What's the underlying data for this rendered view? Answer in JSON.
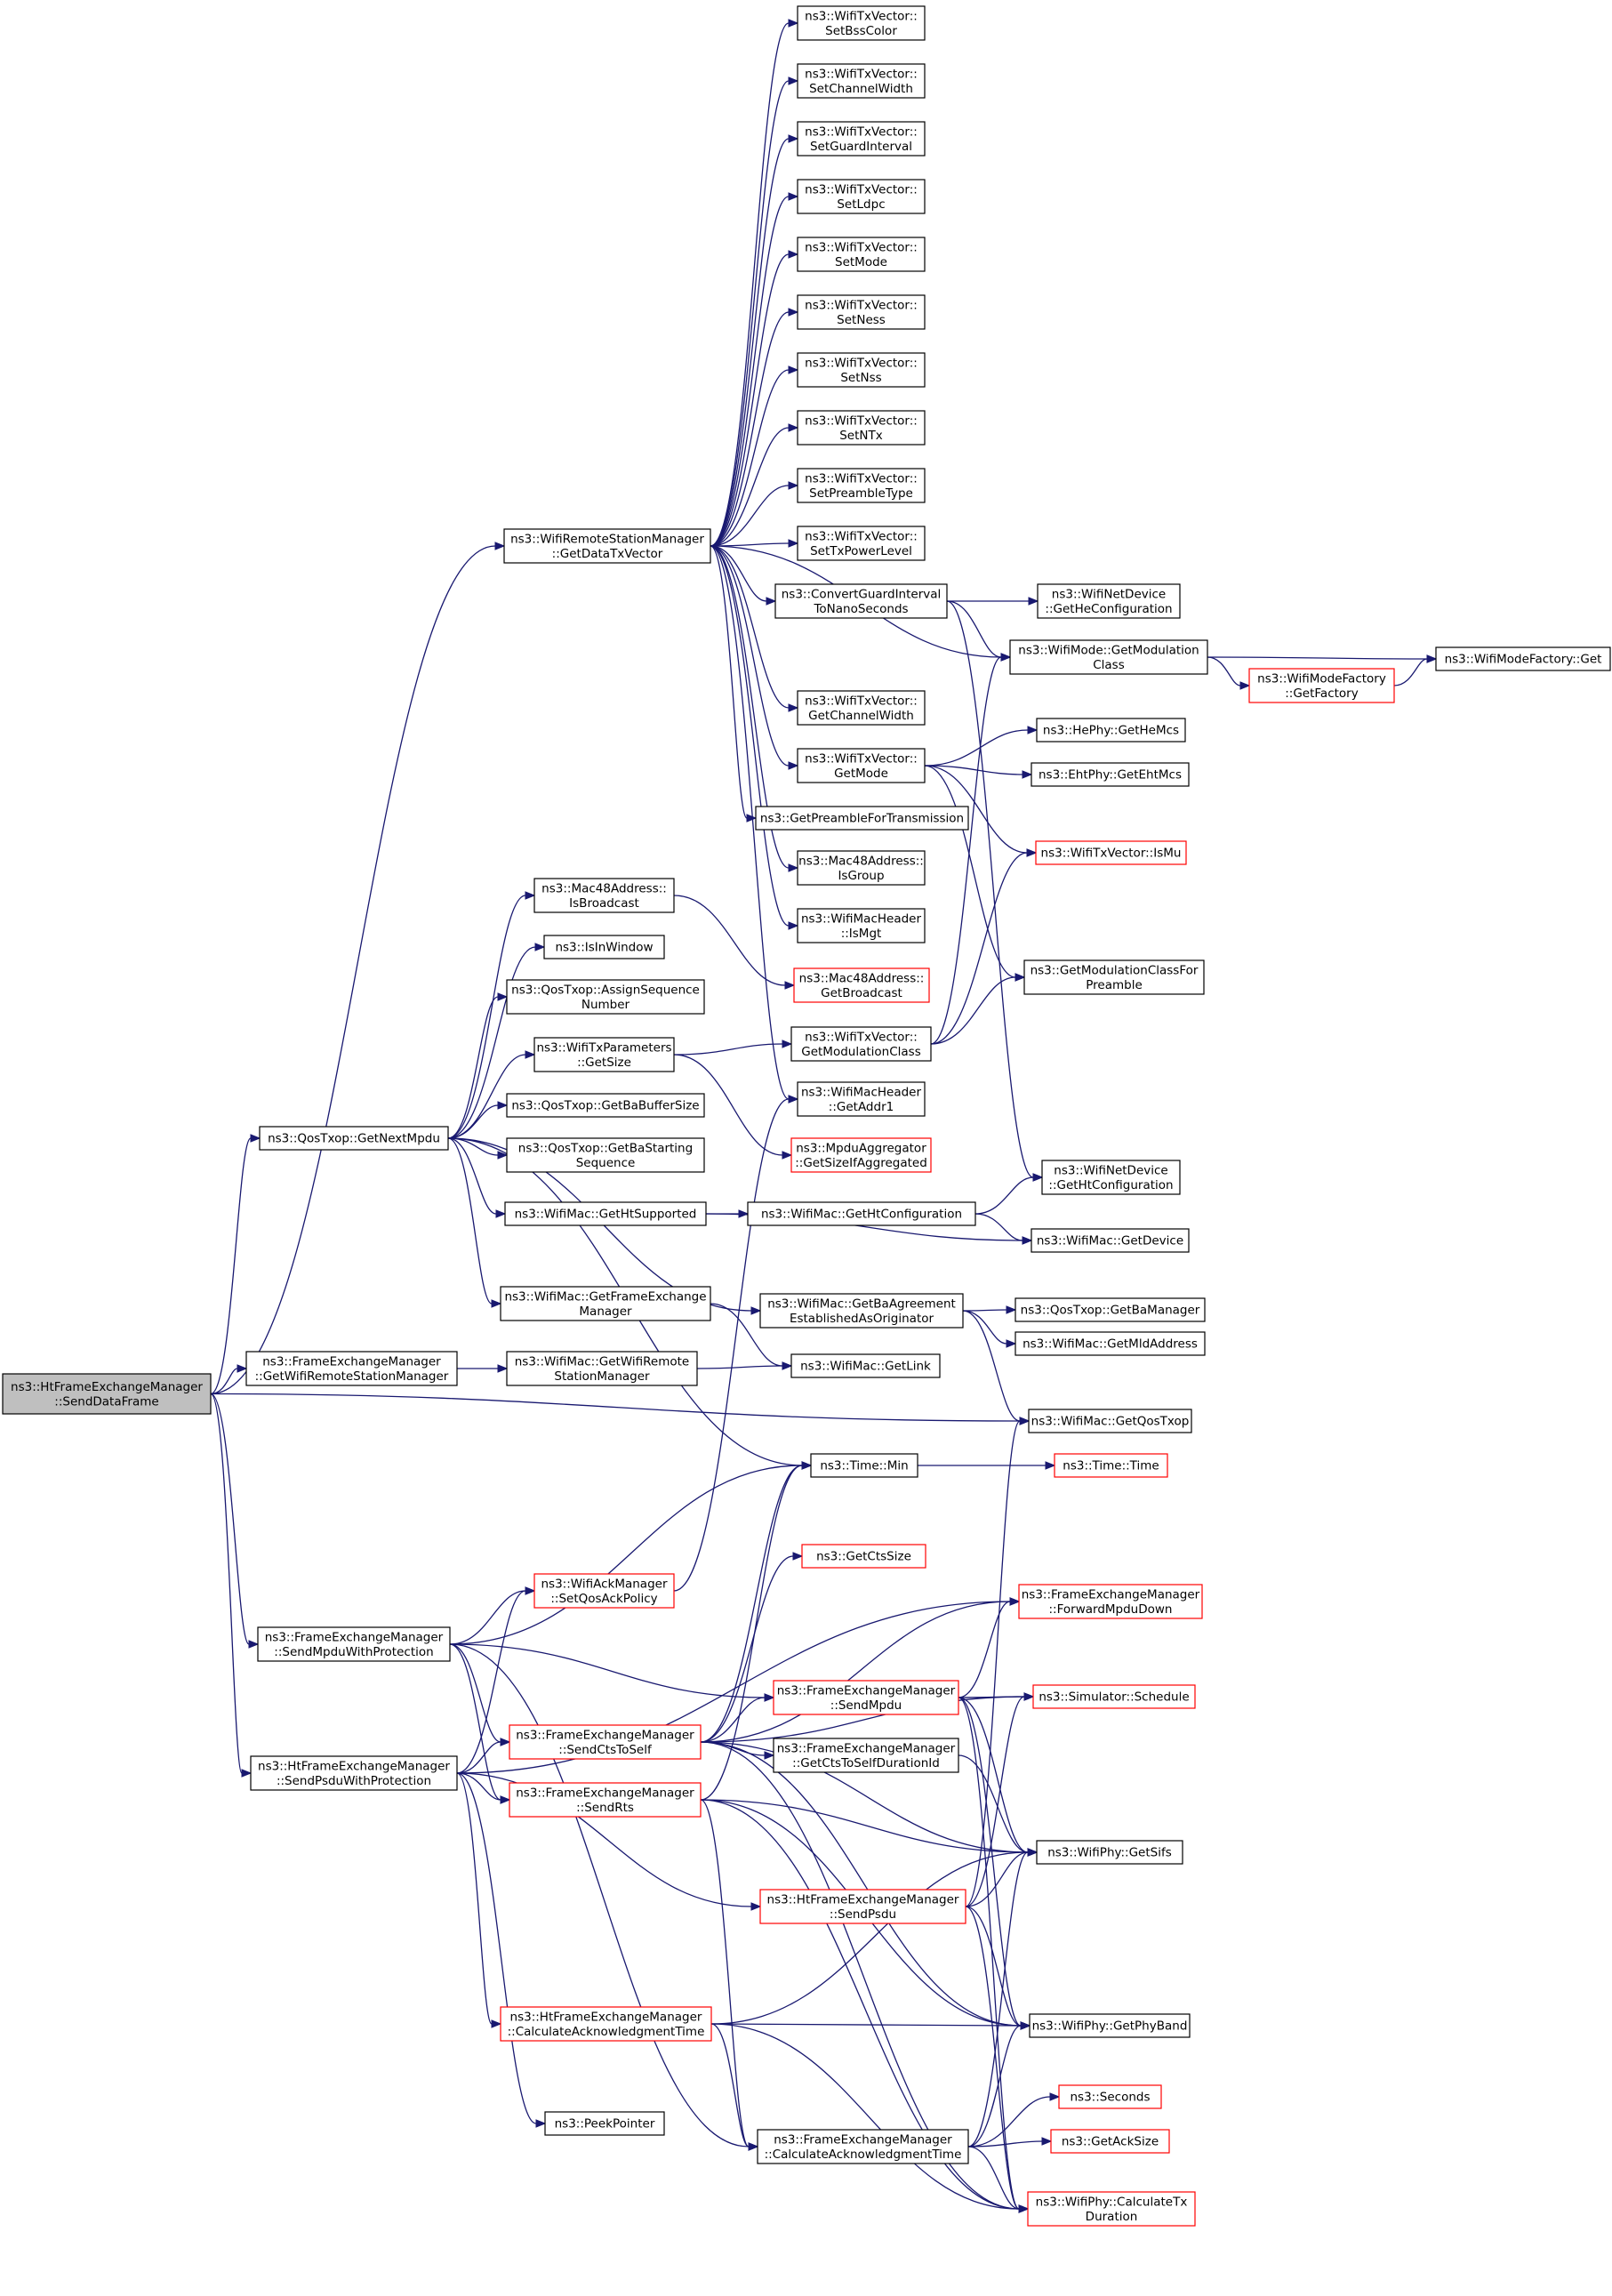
{
  "colors": {
    "edge": "#191970",
    "node_border": "#000000",
    "node_border_missing": "#ff0000",
    "root_fill": "#bfbfbf",
    "node_fill": "#ffffff"
  },
  "nodes": {
    "root": {
      "lines": [
        "ns3::HtFrameExchangeManager",
        "::SendDataFrame"
      ],
      "style": "root"
    },
    "getDataTxVector": {
      "lines": [
        "ns3::WifiRemoteStationManager",
        "::GetDataTxVector"
      ],
      "style": "normal"
    },
    "setBssColor": {
      "lines": [
        "ns3::WifiTxVector::",
        "SetBssColor"
      ],
      "style": "normal"
    },
    "setChannelWidth": {
      "lines": [
        "ns3::WifiTxVector::",
        "SetChannelWidth"
      ],
      "style": "normal"
    },
    "setGuardInterval": {
      "lines": [
        "ns3::WifiTxVector::",
        "SetGuardInterval"
      ],
      "style": "normal"
    },
    "setLdpc": {
      "lines": [
        "ns3::WifiTxVector::",
        "SetLdpc"
      ],
      "style": "normal"
    },
    "setMode": {
      "lines": [
        "ns3::WifiTxVector::",
        "SetMode"
      ],
      "style": "normal"
    },
    "setNess": {
      "lines": [
        "ns3::WifiTxVector::",
        "SetNess"
      ],
      "style": "normal"
    },
    "setNss": {
      "lines": [
        "ns3::WifiTxVector::",
        "SetNss"
      ],
      "style": "normal"
    },
    "setNTx": {
      "lines": [
        "ns3::WifiTxVector::",
        "SetNTx"
      ],
      "style": "normal"
    },
    "setPreambleType": {
      "lines": [
        "ns3::WifiTxVector::",
        "SetPreambleType"
      ],
      "style": "normal"
    },
    "setTxPowerLevel": {
      "lines": [
        "ns3::WifiTxVector::",
        "SetTxPowerLevel"
      ],
      "style": "normal"
    },
    "convertGI": {
      "lines": [
        "ns3::ConvertGuardInterval",
        "ToNanoSeconds"
      ],
      "style": "normal"
    },
    "getHeConfiguration": {
      "lines": [
        "ns3::WifiNetDevice",
        "::GetHeConfiguration"
      ],
      "style": "normal"
    },
    "getModulationClass": {
      "lines": [
        "ns3::WifiMode::GetModulation",
        "Class"
      ],
      "style": "normal"
    },
    "modeFactoryGet": {
      "lines": [
        "ns3::WifiModeFactory::Get"
      ],
      "style": "normal"
    },
    "getFactory": {
      "lines": [
        "ns3::WifiModeFactory",
        "::GetFactory"
      ],
      "style": "missing"
    },
    "getChannelWidth": {
      "lines": [
        "ns3::WifiTxVector::",
        "GetChannelWidth"
      ],
      "style": "normal"
    },
    "getMode": {
      "lines": [
        "ns3::WifiTxVector::",
        "GetMode"
      ],
      "style": "normal"
    },
    "getHeMcs": {
      "lines": [
        "ns3::HePhy::GetHeMcs"
      ],
      "style": "normal"
    },
    "getEhtMcs": {
      "lines": [
        "ns3::EhtPhy::GetEhtMcs"
      ],
      "style": "normal"
    },
    "isMu": {
      "lines": [
        "ns3::WifiTxVector::IsMu"
      ],
      "style": "missing"
    },
    "getPreambleForTx": {
      "lines": [
        "ns3::GetPreambleForTransmission"
      ],
      "style": "normal"
    },
    "isGroup": {
      "lines": [
        "ns3::Mac48Address::",
        "IsGroup"
      ],
      "style": "normal"
    },
    "isMgt": {
      "lines": [
        "ns3::WifiMacHeader",
        "::IsMgt"
      ],
      "style": "normal"
    },
    "getModClassForPreamble": {
      "lines": [
        "ns3::GetModulationClassFor",
        "Preamble"
      ],
      "style": "normal"
    },
    "isBroadcast": {
      "lines": [
        "ns3::Mac48Address::",
        "IsBroadcast"
      ],
      "style": "normal"
    },
    "isInWindow": {
      "lines": [
        "ns3::IsInWindow"
      ],
      "style": "normal"
    },
    "getBroadcast": {
      "lines": [
        "ns3::Mac48Address::",
        "GetBroadcast"
      ],
      "style": "missing"
    },
    "assignSeq": {
      "lines": [
        "ns3::QosTxop::AssignSequence",
        "Number"
      ],
      "style": "normal"
    },
    "txParamsGetSize": {
      "lines": [
        "ns3::WifiTxParameters",
        "::GetSize"
      ],
      "style": "normal"
    },
    "txVecGetModClass": {
      "lines": [
        "ns3::WifiTxVector::",
        "GetModulationClass"
      ],
      "style": "normal"
    },
    "getBaBufferSize": {
      "lines": [
        "ns3::QosTxop::GetBaBufferSize"
      ],
      "style": "normal"
    },
    "getAddr1": {
      "lines": [
        "ns3::WifiMacHeader",
        "::GetAddr1"
      ],
      "style": "normal"
    },
    "getNextMpdu": {
      "lines": [
        "ns3::QosTxop::GetNextMpdu"
      ],
      "style": "normal"
    },
    "getBaStartingSeq": {
      "lines": [
        "ns3::QosTxop::GetBaStarting",
        "Sequence"
      ],
      "style": "normal"
    },
    "getSizeIfAggregated": {
      "lines": [
        "ns3::MpduAggregator",
        "::GetSizeIfAggregated"
      ],
      "style": "missing"
    },
    "getHtConfigurationDev": {
      "lines": [
        "ns3::WifiNetDevice",
        "::GetHtConfiguration"
      ],
      "style": "normal"
    },
    "getHtSupported": {
      "lines": [
        "ns3::WifiMac::GetHtSupported"
      ],
      "style": "normal"
    },
    "getHtConfiguration": {
      "lines": [
        "ns3::WifiMac::GetHtConfiguration"
      ],
      "style": "normal"
    },
    "getDevice": {
      "lines": [
        "ns3::WifiMac::GetDevice"
      ],
      "style": "normal"
    },
    "getFrameExchangeManager": {
      "lines": [
        "ns3::WifiMac::GetFrameExchange",
        "Manager"
      ],
      "style": "normal"
    },
    "getBaAgreement": {
      "lines": [
        "ns3::WifiMac::GetBaAgreement",
        "EstablishedAsOriginator"
      ],
      "style": "normal"
    },
    "getBaManager": {
      "lines": [
        "ns3::QosTxop::GetBaManager"
      ],
      "style": "normal"
    },
    "getMldAddress": {
      "lines": [
        "ns3::WifiMac::GetMldAddress"
      ],
      "style": "normal"
    },
    "femGetRemoteSM": {
      "lines": [
        "ns3::FrameExchangeManager",
        "::GetWifiRemoteStationManager"
      ],
      "style": "normal"
    },
    "macGetRemoteSM": {
      "lines": [
        "ns3::WifiMac::GetWifiRemote",
        "StationManager"
      ],
      "style": "normal"
    },
    "getLink": {
      "lines": [
        "ns3::WifiMac::GetLink"
      ],
      "style": "normal"
    },
    "getQosTxop": {
      "lines": [
        "ns3::WifiMac::GetQosTxop"
      ],
      "style": "normal"
    },
    "timeMin": {
      "lines": [
        "ns3::Time::Min"
      ],
      "style": "normal"
    },
    "timeTime": {
      "lines": [
        "ns3::Time::Time"
      ],
      "style": "missing"
    },
    "getCtsSize": {
      "lines": [
        "ns3::GetCtsSize"
      ],
      "style": "missing"
    },
    "setQosAckPolicy": {
      "lines": [
        "ns3::WifiAckManager",
        "::SetQosAckPolicy"
      ],
      "style": "missing"
    },
    "forwardMpduDown": {
      "lines": [
        "ns3::FrameExchangeManager",
        "::ForwardMpduDown"
      ],
      "style": "missing"
    },
    "sendMpduWithProtection": {
      "lines": [
        "ns3::FrameExchangeManager",
        "::SendMpduWithProtection"
      ],
      "style": "normal"
    },
    "sendMpdu": {
      "lines": [
        "ns3::FrameExchangeManager",
        "::SendMpdu"
      ],
      "style": "missing"
    },
    "schedule": {
      "lines": [
        "ns3::Simulator::Schedule"
      ],
      "style": "missing"
    },
    "sendCtsToSelf": {
      "lines": [
        "ns3::FrameExchangeManager",
        "::SendCtsToSelf"
      ],
      "style": "missing"
    },
    "getCtsToSelfDurationId": {
      "lines": [
        "ns3::FrameExchangeManager",
        "::GetCtsToSelfDurationId"
      ],
      "style": "normal"
    },
    "sendPsduWithProtection": {
      "lines": [
        "ns3::HtFrameExchangeManager",
        "::SendPsduWithProtection"
      ],
      "style": "normal"
    },
    "sendRts": {
      "lines": [
        "ns3::FrameExchangeManager",
        "::SendRts"
      ],
      "style": "missing"
    },
    "getSifs": {
      "lines": [
        "ns3::WifiPhy::GetSifs"
      ],
      "style": "normal"
    },
    "sendPsdu": {
      "lines": [
        "ns3::HtFrameExchangeManager",
        "::SendPsdu"
      ],
      "style": "missing"
    },
    "htCalcAckTime": {
      "lines": [
        "ns3::HtFrameExchangeManager",
        "::CalculateAcknowledgmentTime"
      ],
      "style": "missing"
    },
    "getPhyBand": {
      "lines": [
        "ns3::WifiPhy::GetPhyBand"
      ],
      "style": "normal"
    },
    "seconds": {
      "lines": [
        "ns3::Seconds"
      ],
      "style": "missing"
    },
    "peekPointer": {
      "lines": [
        "ns3::PeekPointer"
      ],
      "style": "normal"
    },
    "femCalcAckTime": {
      "lines": [
        "ns3::FrameExchangeManager",
        "::CalculateAcknowledgmentTime"
      ],
      "style": "normal"
    },
    "getAckSize": {
      "lines": [
        "ns3::GetAckSize"
      ],
      "style": "missing"
    },
    "calcTxDuration": {
      "lines": [
        "ns3::WifiPhy::CalculateTx",
        "Duration"
      ],
      "style": "missing"
    }
  },
  "edges": [
    [
      "root",
      "getDataTxVector"
    ],
    [
      "root",
      "getNextMpdu"
    ],
    [
      "root",
      "femGetRemoteSM"
    ],
    [
      "root",
      "getQosTxop"
    ],
    [
      "root",
      "sendMpduWithProtection"
    ],
    [
      "root",
      "sendPsduWithProtection"
    ],
    [
      "getDataTxVector",
      "setBssColor"
    ],
    [
      "getDataTxVector",
      "setChannelWidth"
    ],
    [
      "getDataTxVector",
      "setGuardInterval"
    ],
    [
      "getDataTxVector",
      "setLdpc"
    ],
    [
      "getDataTxVector",
      "setMode"
    ],
    [
      "getDataTxVector",
      "setNess"
    ],
    [
      "getDataTxVector",
      "setNss"
    ],
    [
      "getDataTxVector",
      "setNTx"
    ],
    [
      "getDataTxVector",
      "setPreambleType"
    ],
    [
      "getDataTxVector",
      "setTxPowerLevel"
    ],
    [
      "getDataTxVector",
      "convertGI"
    ],
    [
      "getDataTxVector",
      "getModulationClass"
    ],
    [
      "getDataTxVector",
      "getChannelWidth"
    ],
    [
      "getDataTxVector",
      "getMode"
    ],
    [
      "getDataTxVector",
      "getPreambleForTx"
    ],
    [
      "getDataTxVector",
      "isGroup"
    ],
    [
      "getDataTxVector",
      "isMgt"
    ],
    [
      "getDataTxVector",
      "getAddr1"
    ],
    [
      "convertGI",
      "getHeConfiguration"
    ],
    [
      "convertGI",
      "getModulationClass"
    ],
    [
      "convertGI",
      "getHtConfigurationDev"
    ],
    [
      "getModulationClass",
      "modeFactoryGet"
    ],
    [
      "getModulationClass",
      "getFactory"
    ],
    [
      "getFactory",
      "modeFactoryGet"
    ],
    [
      "getMode",
      "getHeMcs"
    ],
    [
      "getMode",
      "getEhtMcs"
    ],
    [
      "getMode",
      "isMu"
    ],
    [
      "getMode",
      "getModClassForPreamble"
    ],
    [
      "isBroadcast",
      "getBroadcast"
    ],
    [
      "getNextMpdu",
      "isBroadcast"
    ],
    [
      "getNextMpdu",
      "isInWindow"
    ],
    [
      "getNextMpdu",
      "assignSeq"
    ],
    [
      "getNextMpdu",
      "txParamsGetSize"
    ],
    [
      "getNextMpdu",
      "getBaBufferSize"
    ],
    [
      "getNextMpdu",
      "getBaStartingSeq"
    ],
    [
      "getNextMpdu",
      "getHtSupported"
    ],
    [
      "getNextMpdu",
      "getFrameExchangeManager"
    ],
    [
      "getNextMpdu",
      "getBaAgreement"
    ],
    [
      "getNextMpdu",
      "timeMin"
    ],
    [
      "txParamsGetSize",
      "txVecGetModClass"
    ],
    [
      "txParamsGetSize",
      "getSizeIfAggregated"
    ],
    [
      "txVecGetModClass",
      "getModulationClass"
    ],
    [
      "txVecGetModClass",
      "getModClassForPreamble"
    ],
    [
      "txVecGetModClass",
      "isMu"
    ],
    [
      "getHtSupported",
      "getHtConfiguration"
    ],
    [
      "getHtSupported",
      "getDevice"
    ],
    [
      "getHtConfiguration",
      "getHtConfigurationDev"
    ],
    [
      "getHtConfiguration",
      "getDevice"
    ],
    [
      "getFrameExchangeManager",
      "getLink"
    ],
    [
      "getBaAgreement",
      "getBaManager"
    ],
    [
      "getBaAgreement",
      "getMldAddress"
    ],
    [
      "getBaAgreement",
      "getQosTxop"
    ],
    [
      "femGetRemoteSM",
      "macGetRemoteSM"
    ],
    [
      "macGetRemoteSM",
      "getLink"
    ],
    [
      "timeMin",
      "timeTime"
    ],
    [
      "setQosAckPolicy",
      "getAddr1"
    ],
    [
      "sendMpduWithProtection",
      "timeMin"
    ],
    [
      "sendMpduWithProtection",
      "setQosAckPolicy"
    ],
    [
      "sendMpduWithProtection",
      "sendMpdu"
    ],
    [
      "sendMpduWithProtection",
      "sendCtsToSelf"
    ],
    [
      "sendMpduWithProtection",
      "sendRts"
    ],
    [
      "sendMpduWithProtection",
      "femCalcAckTime"
    ],
    [
      "sendMpdu",
      "forwardMpduDown"
    ],
    [
      "sendMpdu",
      "schedule"
    ],
    [
      "sendMpdu",
      "getSifs"
    ],
    [
      "sendMpdu",
      "getPhyBand"
    ],
    [
      "sendMpdu",
      "calcTxDuration"
    ],
    [
      "sendCtsToSelf",
      "timeMin"
    ],
    [
      "sendCtsToSelf",
      "getCtsSize"
    ],
    [
      "sendCtsToSelf",
      "sendMpdu"
    ],
    [
      "sendCtsToSelf",
      "getCtsToSelfDurationId"
    ],
    [
      "sendCtsToSelf",
      "schedule"
    ],
    [
      "sendCtsToSelf",
      "getSifs"
    ],
    [
      "sendCtsToSelf",
      "getPhyBand"
    ],
    [
      "sendCtsToSelf",
      "forwardMpduDown"
    ],
    [
      "sendCtsToSelf",
      "calcTxDuration"
    ],
    [
      "getCtsToSelfDurationId",
      "getSifs"
    ],
    [
      "sendPsduWithProtection",
      "setQosAckPolicy"
    ],
    [
      "sendPsduWithProtection",
      "sendCtsToSelf"
    ],
    [
      "sendPsduWithProtection",
      "sendRts"
    ],
    [
      "sendPsduWithProtection",
      "sendPsdu"
    ],
    [
      "sendPsduWithProtection",
      "htCalcAckTime"
    ],
    [
      "sendPsduWithProtection",
      "peekPointer"
    ],
    [
      "sendPsduWithProtection",
      "forwardMpduDown"
    ],
    [
      "sendRts",
      "timeMin"
    ],
    [
      "sendRts",
      "getSifs"
    ],
    [
      "sendRts",
      "getPhyBand"
    ],
    [
      "sendRts",
      "femCalcAckTime"
    ],
    [
      "sendRts",
      "calcTxDuration"
    ],
    [
      "sendPsdu",
      "getSifs"
    ],
    [
      "sendPsdu",
      "schedule"
    ],
    [
      "sendPsdu",
      "getPhyBand"
    ],
    [
      "sendPsdu",
      "calcTxDuration"
    ],
    [
      "sendPsdu",
      "getQosTxop"
    ],
    [
      "htCalcAckTime",
      "getSifs"
    ],
    [
      "htCalcAckTime",
      "getPhyBand"
    ],
    [
      "htCalcAckTime",
      "femCalcAckTime"
    ],
    [
      "htCalcAckTime",
      "calcTxDuration"
    ],
    [
      "femCalcAckTime",
      "seconds"
    ],
    [
      "femCalcAckTime",
      "getAckSize"
    ],
    [
      "femCalcAckTime",
      "getSifs"
    ],
    [
      "femCalcAckTime",
      "getPhyBand"
    ],
    [
      "femCalcAckTime",
      "calcTxDuration"
    ]
  ]
}
